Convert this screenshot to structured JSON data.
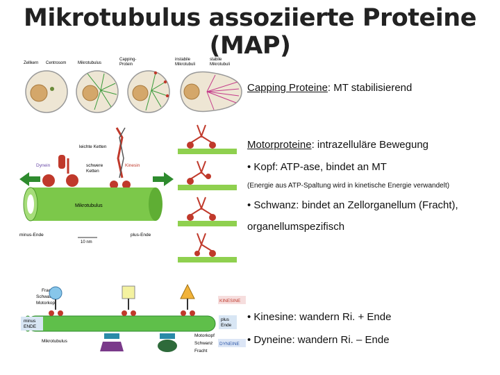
{
  "title": "Mikrotubulus assoziierte Proteine (MAP)",
  "cell_diagram": {
    "labels": [
      "Zellkern",
      "Centrosom",
      "Mikrotubulus",
      "Capping-",
      "Protein",
      "instabile",
      "Mikrotubuli",
      "stabile",
      "Mikrotubuli"
    ]
  },
  "motor_diagram": {
    "leichte_ketten": "leichte Ketten",
    "dynein": "Dynein",
    "schwere": "schwere",
    "ketten": "Ketten",
    "kinesin": "Kinesin",
    "mikrotubulus": "Mikrotubulus",
    "minus_ende": "minus-Ende",
    "plus_ende": "plus-Ende",
    "scale": "10 nm"
  },
  "bottom_diagram": {
    "fracht": "Fracht",
    "schwanz": "Schwanz",
    "motorkopf": "Motorkopf",
    "minus": "minus",
    "ende": "ENDE",
    "plus": "plus",
    "ende2": "Ende",
    "kinesine": "KINESINE",
    "dyneine": "DYNEINE",
    "mikrotubulus": "Mikrotubulus",
    "motorkopf2": "Motorkopf",
    "schwanz2": "Schwanz",
    "fracht2": "Fracht"
  },
  "text": {
    "capping_term": "Capping Proteine",
    "capping_rest": ": MT stabilisierend",
    "motor_term": "Motorproteine",
    "motor_rest": ": intrazelluläre Bewegung",
    "kopf": "• Kopf: ATP-ase, bindet an MT",
    "energie": "(Energie aus ATP-Spaltung wird in kinetische Energie verwandelt)",
    "schwanz_line1": "• Schwanz: bindet an Zellorganellum (Fracht),",
    "schwanz_line2": "organellumspezifisch",
    "kinesine": "• Kinesine: wandern Ri. + Ende",
    "dyneine": "• Dyneine: wandern Ri. – Ende"
  }
}
